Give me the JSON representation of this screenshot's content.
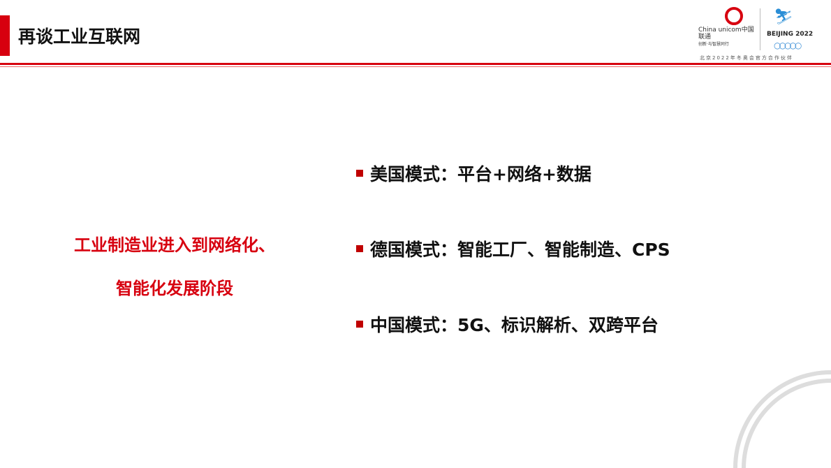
{
  "header": {
    "title": "再谈工业互联网",
    "accent": "#d7000f"
  },
  "logos": {
    "unicom_text": "China unicom中国联通",
    "unicom_slogan": "创新·与智慧同行",
    "beijing_text": "BEIJING 2022",
    "partner_text": "北京2022年冬奥会官方合作伙伴"
  },
  "left_text": {
    "line1": "工业制造业进入到网络化、",
    "line2": "智能化发展阶段"
  },
  "items": [
    {
      "label": "美国模式：平台+网络+数据"
    },
    {
      "label": "德国模式：智能工厂、智能制造、CPS"
    },
    {
      "label": "中国模式：5G、标识解析、双跨平台"
    }
  ]
}
